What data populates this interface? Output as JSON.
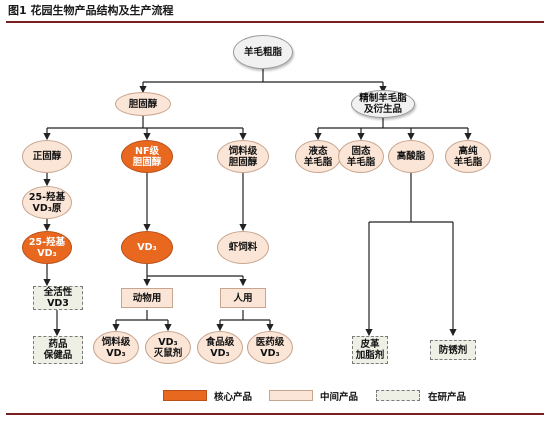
{
  "figure_title": "图1  花园生物产品结构及生产流程",
  "nodes": {
    "raw": "羊毛粗脂",
    "cholesterol": "胆固醇",
    "refined": "精制羊毛脂\n及衍生品",
    "orthochol": "正固醇",
    "nf": "NF级\n胆固醇",
    "feed_chol": "饲料级\n胆固醇",
    "liquid": "液态\n羊毛脂",
    "solid": "固态\n羊毛脂",
    "high_acid": "高酸脂",
    "high_pure": "高纯\n羊毛脂",
    "hydroxy_raw": "25-羟基\nVD₃原",
    "hydroxy_vd3": "25-羟基\nVD₃",
    "vd3": "VD₃",
    "shrimp": "虾饲料",
    "active_vd3": "全活性\nVD3",
    "animal": "动物用",
    "human": "人用",
    "drug": "药品\n保健品",
    "feed_vd3": "饲料级\nVD₃",
    "rodenticide": "VD₃\n灭鼠剂",
    "food_vd3": "食品级\nVD₃",
    "pharma_vd3": "医药级\nVD₃",
    "leather": "皮革\n加脂剂",
    "rust": "防锈剂"
  },
  "legend": {
    "core": "核心产品",
    "mid": "中间产品",
    "research": "在研产品"
  },
  "colors": {
    "core": "#e8681f",
    "intermediate": "#fbe5d6",
    "research": "#eef0e6",
    "rule": "#7a1f1f"
  }
}
